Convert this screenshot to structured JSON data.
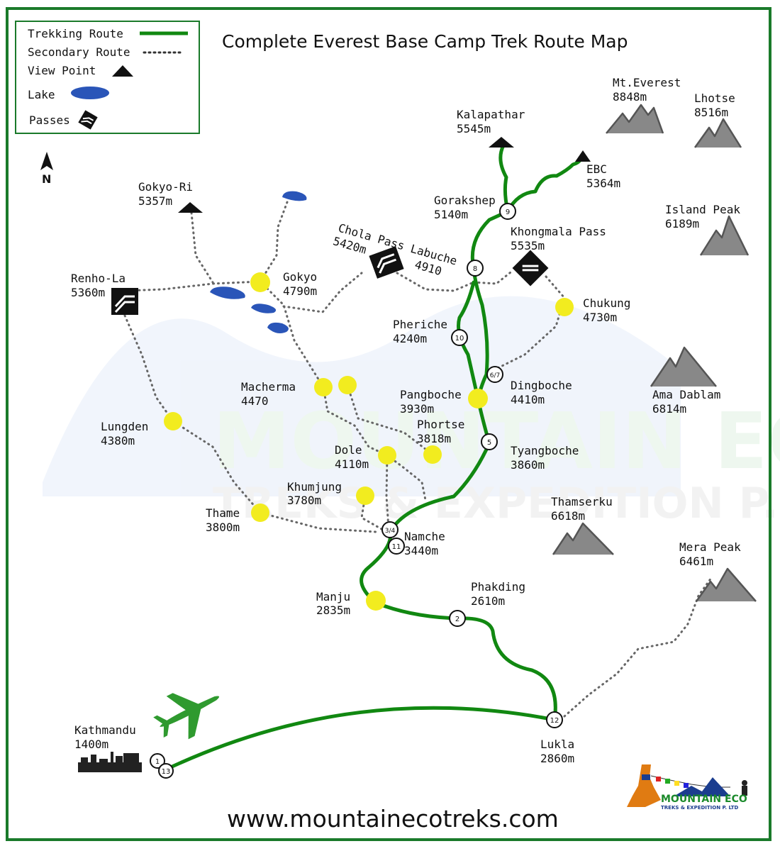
{
  "title": "Complete Everest Base Camp Trek Route Map",
  "website": "www.mountainecotreks.com",
  "north_label": "N",
  "legend": {
    "trekking_route": "Trekking Route",
    "secondary_route": "Secondary Route",
    "view_point": "View Point",
    "lake": "Lake",
    "passes": "Passes"
  },
  "colors": {
    "frame": "#1a7a2a",
    "trek_route": "#118811",
    "waypoint": "#f2ec1f",
    "lake": "#2a55b8",
    "secondary": "#555555",
    "brand_blue": "#1b3d8f",
    "brand_orange": "#e07b12"
  },
  "places": [
    {
      "name": "Kalapathar",
      "alt": "5545m"
    },
    {
      "name": "EBC",
      "alt": "5364m"
    },
    {
      "name": "Gorakshep",
      "alt": "5140m"
    },
    {
      "name": "Gokyo-Ri",
      "alt": "5357m"
    },
    {
      "name": "Khongmala Pass",
      "alt": "5535m"
    },
    {
      "name": "Gokyo",
      "alt": "4790m"
    },
    {
      "name": "Renho-La",
      "alt": "5360m"
    },
    {
      "name": "Chukung",
      "alt": "4730m"
    },
    {
      "name": "Pheriche",
      "alt": "4240m"
    },
    {
      "name": "Dingboche",
      "alt": "4410m"
    },
    {
      "name": "Macherma",
      "alt": "4470"
    },
    {
      "name": "Pangboche",
      "alt": "3930m"
    },
    {
      "name": "Lungden",
      "alt": "4380m"
    },
    {
      "name": "Phortse",
      "alt": "3818m"
    },
    {
      "name": "Dole",
      "alt": "4110m"
    },
    {
      "name": "Tyangboche",
      "alt": "3860m"
    },
    {
      "name": "Khumjung",
      "alt": "3780m"
    },
    {
      "name": "Thame",
      "alt": "3800m"
    },
    {
      "name": "Namche",
      "alt": "3440m"
    },
    {
      "name": "Manju",
      "alt": "2835m"
    },
    {
      "name": "Phakding",
      "alt": "2610m"
    },
    {
      "name": "Kathmandu",
      "alt": "1400m"
    },
    {
      "name": "Lukla",
      "alt": "2860m"
    }
  ],
  "chola": {
    "line1": "Chola Pass Labuche",
    "alt1": "5420m",
    "alt2": "4910"
  },
  "peaks": [
    {
      "name": "Mt.Everest",
      "alt": "8848m"
    },
    {
      "name": "Lhotse",
      "alt": "8516m"
    },
    {
      "name": "Island Peak",
      "alt": "6189m"
    },
    {
      "name": "Ama Dablam",
      "alt": "6814m"
    },
    {
      "name": "Thamserku",
      "alt": "6618m"
    },
    {
      "name": "Mera Peak",
      "alt": "6461m"
    }
  ],
  "stages": [
    "1",
    "13",
    "12",
    "2",
    "11",
    "3/4",
    "5",
    "6/7",
    "10",
    "8",
    "9"
  ],
  "brand": {
    "name": "MOUNTAIN ECO",
    "sub": "TREKS & EXPEDITION P. LTD"
  }
}
